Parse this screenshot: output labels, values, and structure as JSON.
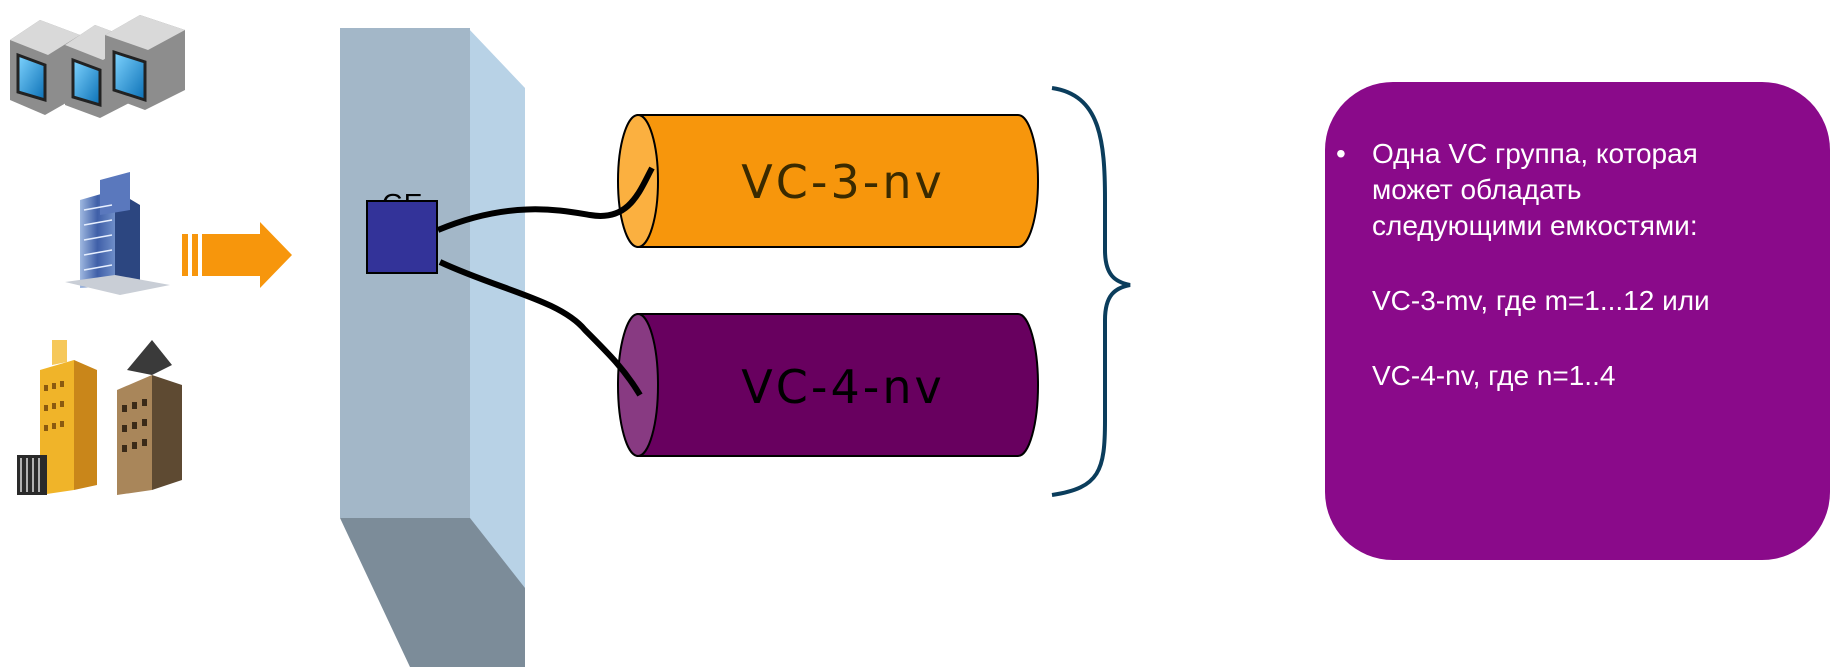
{
  "port": {
    "label": "GE"
  },
  "pipes": [
    {
      "label": "VC-3-nv",
      "color": "#f7960c",
      "end_color": "#fbb040",
      "text_color": "#3a2a00"
    },
    {
      "label": "VC-4-nv",
      "color": "#68005f",
      "end_color": "#883a82",
      "text_color": "#000000"
    }
  ],
  "info_box": {
    "color": "#8a0a8a",
    "bullet": "•",
    "lines": [
      "Одна VC группа, которая",
      "может обладать",
      "следующими емкостями:"
    ],
    "option1": "VC-3-mv, где m=1...12 или",
    "option2": "VC-4-nv, где n=1..4"
  },
  "icons": [
    "monitors-icon",
    "office-building-icon",
    "city-buildings-icon",
    "arrow-right-icon"
  ],
  "colors": {
    "panel_front": "#a3b7c8",
    "panel_side": "#b8d2e6",
    "panel_bottom": "#7c8c99",
    "port": "#333399",
    "arrow": "#f7960c",
    "brace": "#0b3d5c"
  }
}
